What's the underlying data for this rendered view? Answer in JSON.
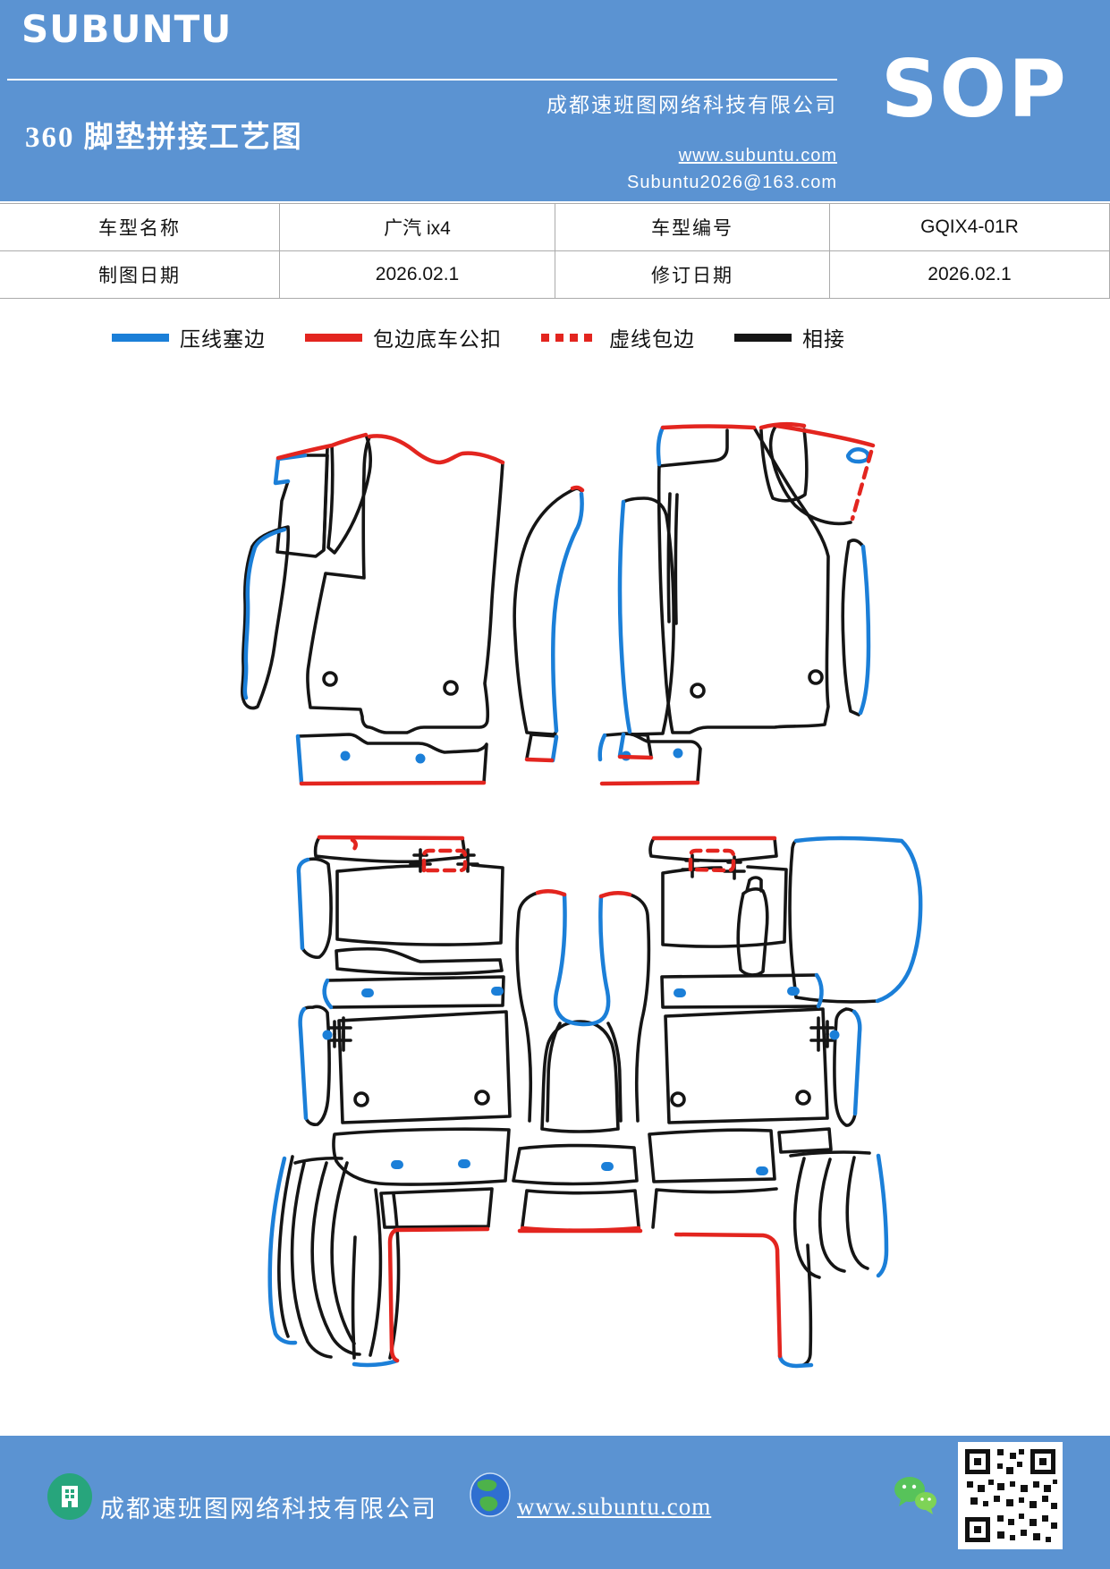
{
  "colors": {
    "accent_blue": "#5b93d2",
    "line_blue": "#1b7fd8",
    "line_red": "#e3251f",
    "line_black": "#151515",
    "table_border": "#ababab"
  },
  "header": {
    "logo": "SUBUNTU",
    "title": "360 脚垫拼接工艺图",
    "company": "成都速班图网络科技有限公司",
    "website": "www.subuntu.com",
    "email": "Subuntu2026@163.com",
    "badge": "SOP"
  },
  "info_table": {
    "rows": [
      [
        "车型名称",
        "广汽 ix4",
        "车型编号",
        "GQIX4-01R"
      ],
      [
        "制图日期",
        "2026.02.1",
        "修订日期",
        "2026.02.1"
      ]
    ]
  },
  "legend": {
    "items": [
      {
        "label": "压线塞边",
        "color": "#1b7fd8",
        "style": "solid"
      },
      {
        "label": "包边底车公扣",
        "color": "#e3251f",
        "style": "solid"
      },
      {
        "label": "虚线包边",
        "color": "#e3251f",
        "style": "dashed"
      },
      {
        "label": "相接",
        "color": "#151515",
        "style": "solid"
      }
    ]
  },
  "diagram": {
    "subject": "360 全包围脚垫裁片拼接图（前排脚垫、后排脚垫及后备箱裁片轮廓）",
    "groups": [
      "front-row-mat-pieces",
      "rear-row-and-trunk-pieces"
    ]
  },
  "footer": {
    "company": "成都速班图网络科技有限公司",
    "website": "www.subuntu.com"
  }
}
